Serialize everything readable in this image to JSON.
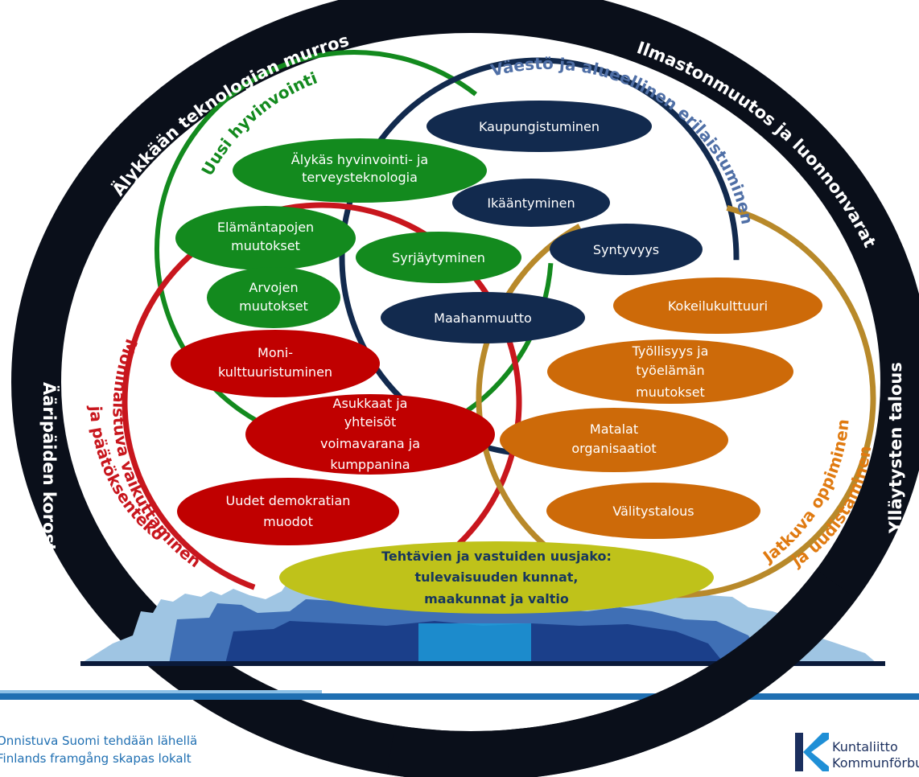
{
  "outer_ring": {
    "top_left": "Älykkään teknologian murros",
    "top_right": "Ilmastonmuutos ja luonnonvarat",
    "left": "Ääripäiden korostuminen",
    "right": "Ylläytysten talous"
  },
  "circles": {
    "green": {
      "label": "Uusi hyvinvointi",
      "color": "#138a1e"
    },
    "navy": {
      "label": "Väestö ja alueellinen erilaistuminen",
      "color": "#122a4e"
    },
    "red": {
      "label_line1": "Moninaistuva vaikuttaminen",
      "label_line2": "ja päätöksenteko",
      "color": "#c8161d"
    },
    "gold": {
      "label_line1": "Jatkuva oppiminen",
      "label_line2": "ja uudistaminen",
      "color": "#b8892a"
    }
  },
  "ovals": {
    "kaupungistuminen": "Kaupungistuminen",
    "ikaantyminen": "Ikääntyminen",
    "syntyvyys": "Syntyvyys",
    "maahanmuutto": "Maahanmuutto",
    "alykas_line1": "Älykäs hyvinvointi- ja",
    "alykas_line2": "terveysteknologia",
    "elamantapojen_line1": "Elämäntapojen",
    "elamantapojen_line2": "muutokset",
    "syrjaytyminen": "Syrjäytyminen",
    "arvojen_line1": "Arvojen",
    "arvojen_line2": "muutokset",
    "moni_line1": "Moni-",
    "moni_line2": "kulttuuristuminen",
    "asukkaat_line1": "Asukkaat ja",
    "asukkaat_line2": "yhteisöt",
    "asukkaat_line3": "voimavarana ja",
    "asukkaat_line4": "kumppanina",
    "uudet_line1": "Uudet demokratian",
    "uudet_line2": "muodot",
    "kokeilu": "Kokeilukulttuuri",
    "tyollisyys_line1": "Työllisyys ja",
    "tyollisyys_line2": "työelämän",
    "tyollisyys_line3": "muutokset",
    "matalat_line1": "Matalat",
    "matalat_line2": "organisaatiot",
    "valitys": "Välitystalous",
    "tehtavien_line1": "Tehtävien ja vastuiden uusjako:",
    "tehtavien_line2": "tulevaisuuden kunnat,",
    "tehtavien_line3": "maakunnat ja valtio"
  },
  "colors": {
    "green_oval": "#138a1e",
    "navy_oval": "#122a4e",
    "red_oval": "#c00000",
    "orange_oval": "#cd6a09",
    "olive_oval": "#bfc21a",
    "ring": "#0a0f1a"
  },
  "footer": {
    "line1": "Onnistuva Suomi tehdään lähellä",
    "line2": "Finlands framgång skapas lokalt",
    "logo_line1": "Kuntaliitto",
    "logo_line2": "Kommunförbundet"
  }
}
